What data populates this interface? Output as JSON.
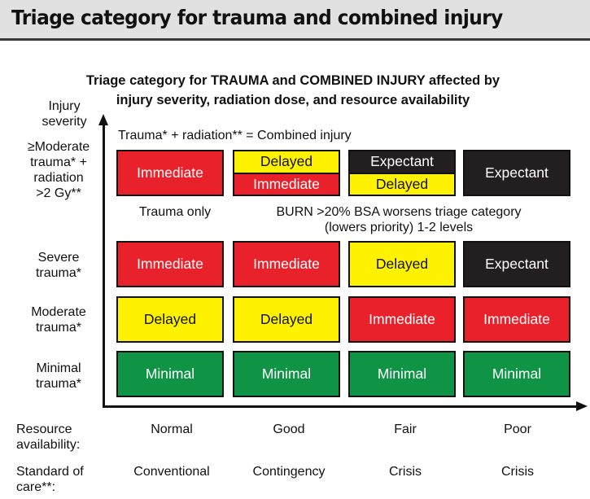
{
  "header": {
    "title": "Triage category for trauma and combined injury"
  },
  "subtitle": {
    "line1": "Triage category for TRAUMA and COMBINED INJURY affected by",
    "line2": "injury severity, radiation dose, and resource availability"
  },
  "y_axis": {
    "title_line1": "Injury",
    "title_line2": "severity"
  },
  "rows": {
    "combined": {
      "label_line1": "≥Moderate",
      "label_line2": "trauma* +",
      "label_line3": "radiation",
      "label_line4": ">2 Gy**"
    },
    "severe": {
      "label_line1": "Severe",
      "label_line2": "trauma*"
    },
    "moderate": {
      "label_line1": "Moderate",
      "label_line2": "trauma*"
    },
    "minimal": {
      "label_line1": "Minimal",
      "label_line2": "trauma*"
    }
  },
  "notes": {
    "combined_equation": "Trauma* + radiation** = Combined injury",
    "trauma_only": "Trauma only",
    "burn_line1": "BURN >20% BSA worsens triage category",
    "burn_line2": "(lowers priority) 1-2 levels"
  },
  "x_axis": {
    "resource_line1": "Resource",
    "resource_line2": "availability:",
    "care_line1": "Standard of",
    "care_line2": "care**:",
    "columns": [
      {
        "resource": "Normal",
        "care": "Conventional"
      },
      {
        "resource": "Good",
        "care": "Contingency"
      },
      {
        "resource": "Fair",
        "care": "Crisis"
      },
      {
        "resource": "Poor",
        "care": "Crisis"
      }
    ]
  },
  "grid": {
    "combined": [
      {
        "label": "Immediate",
        "category": "immediate"
      },
      {
        "top": "Delayed",
        "top_category": "delayed",
        "bottom": "Immediate",
        "bottom_category": "immediate"
      },
      {
        "top": "Expectant",
        "top_category": "expectant",
        "bottom": "Delayed",
        "bottom_category": "delayed"
      },
      {
        "label": "Expectant",
        "category": "expectant"
      }
    ],
    "severe": [
      {
        "label": "Immediate",
        "category": "immediate"
      },
      {
        "label": "Immediate",
        "category": "immediate"
      },
      {
        "label": "Delayed",
        "category": "delayed"
      },
      {
        "label": "Expectant",
        "category": "expectant"
      }
    ],
    "moderate": [
      {
        "label": "Delayed",
        "category": "delayed"
      },
      {
        "label": "Delayed",
        "category": "delayed"
      },
      {
        "label": "Immediate",
        "category": "immediate"
      },
      {
        "label": "Immediate",
        "category": "immediate"
      }
    ],
    "minimal": [
      {
        "label": "Minimal",
        "category": "minimal"
      },
      {
        "label": "Minimal",
        "category": "minimal"
      },
      {
        "label": "Minimal",
        "category": "minimal"
      },
      {
        "label": "Minimal",
        "category": "minimal"
      }
    ]
  },
  "colors": {
    "immediate": {
      "bg": "#e8212b",
      "fg": "#ffffff"
    },
    "delayed": {
      "bg": "#fff200",
      "fg": "#111111"
    },
    "expectant": {
      "bg": "#231f20",
      "fg": "#ffffff"
    },
    "minimal": {
      "bg": "#0f9345",
      "fg": "#ffffff"
    }
  }
}
